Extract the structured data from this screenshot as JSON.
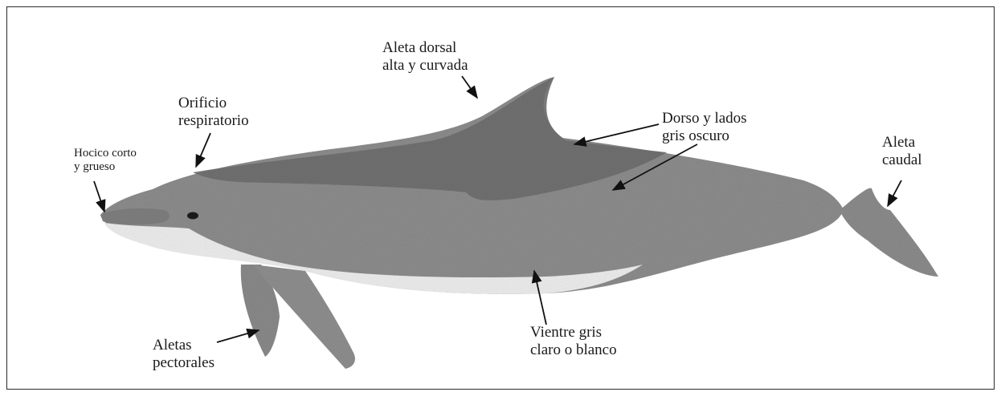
{
  "labels": {
    "snout": [
      "Hocico corto",
      "y grueso"
    ],
    "blowhole": [
      "Orificio",
      "respiratorio"
    ],
    "dorsal_fin": [
      "Aleta dorsal",
      "alta y curvada"
    ],
    "back_sides": [
      "Dorso y lados",
      "gris oscuro"
    ],
    "tail": [
      "Aleta",
      "caudal"
    ],
    "pectoral": [
      "Aletas",
      "pectorales"
    ],
    "belly": [
      "Vientre gris",
      "claro o blanco"
    ]
  }
}
